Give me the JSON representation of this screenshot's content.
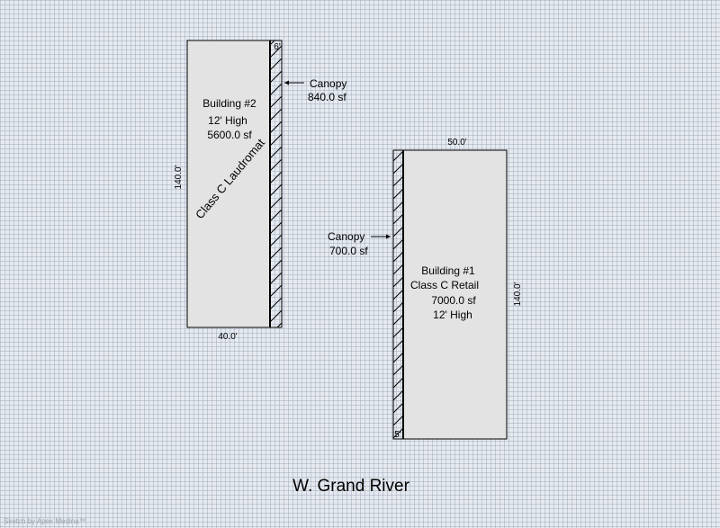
{
  "building2": {
    "name": "Building #2",
    "height": "12' High",
    "area": "5600.0 sf",
    "use": "Class C Laudromat",
    "depth": "140.0'",
    "width": "40.0'",
    "canopy_width": "6'",
    "canopy_label": "Canopy",
    "canopy_area": "840.0 sf"
  },
  "building1": {
    "name": "Building #1",
    "use": "Class C Retail",
    "area": "7000.0 sf",
    "height": "12' High",
    "width": "50.0'",
    "depth": "140.0'",
    "canopy_width": "5'",
    "canopy_label": "Canopy",
    "canopy_area": "700.0 sf"
  },
  "street": "W. Grand River",
  "credit": "Sketch by Apex Medina™",
  "colors": {
    "building_fill": "#e3e3e3",
    "outline": "#000000",
    "background": "#e6eaef"
  }
}
